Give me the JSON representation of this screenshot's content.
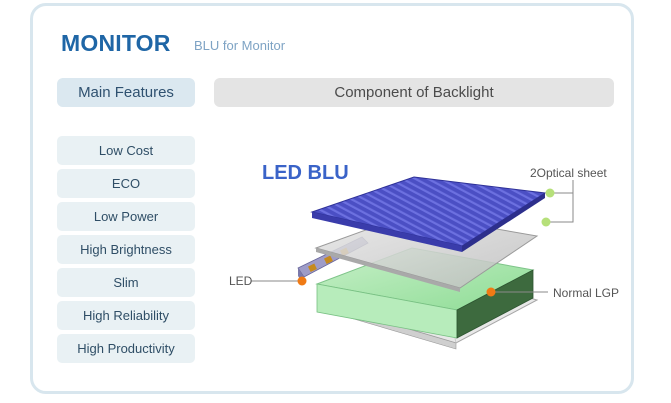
{
  "header": {
    "title": "MONITOR",
    "subtitle": "BLU for Monitor"
  },
  "section_headers": {
    "features": "Main Features",
    "component": "Component of Backlight"
  },
  "features": [
    "Low Cost",
    "ECO",
    "Low Power",
    "High Brightness",
    "Slim",
    "High Reliability",
    "High Productivity"
  ],
  "diagram": {
    "title": "LED BLU",
    "labels": {
      "optical_sheet": "2Optical sheet",
      "led": "LED",
      "lgp": "Normal LGP"
    },
    "colors": {
      "prism_sheet": "#4b4fc4",
      "lgp": "#9ee3a5",
      "marker_green": "#b6e07a",
      "marker_orange": "#f07a14"
    }
  }
}
